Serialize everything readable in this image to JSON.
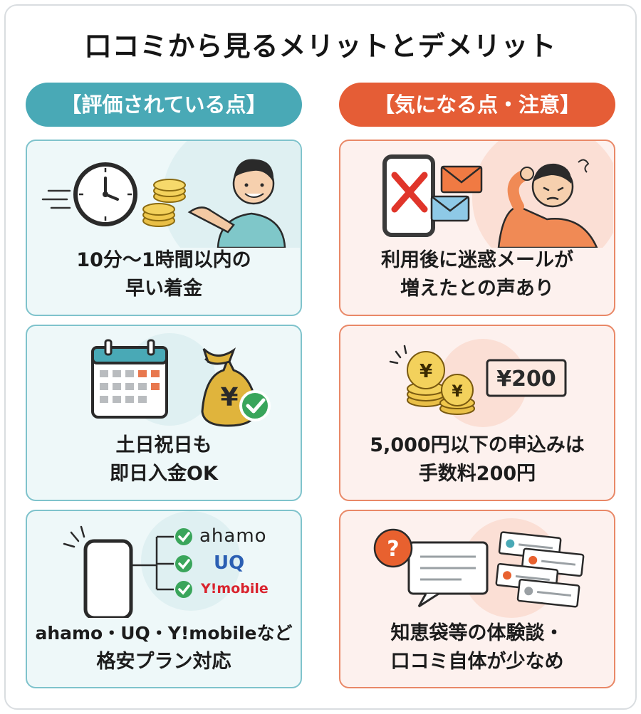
{
  "title": "口コミから見るメリットとデメリット",
  "pros_header": "【評価されている点】",
  "cons_header": "【気になる点・注意】",
  "pros": [
    {
      "line1": "10分〜1時間以内の",
      "line2": "早い着金"
    },
    {
      "line1": "土日祝日も",
      "line2": "即日入金OK"
    },
    {
      "line1": "ahamo・UQ・Y!mobileなど",
      "line2": "格安プラン対応"
    }
  ],
  "cons": [
    {
      "line1": "利用後に迷惑メールが",
      "line2": "増えたとの声あり"
    },
    {
      "line1": "5,000円以下の申込みは",
      "line2": "手数料200円"
    },
    {
      "line1": "知恵袋等の体験談・",
      "line2": "口コミ自体が少なめ"
    }
  ],
  "brands": {
    "ahamo": "ahamo",
    "uq": "UQ",
    "ymobile": "Y!mobile"
  },
  "fee_badge": "¥200",
  "yen_symbol": "¥",
  "question_mark": "?",
  "colors": {
    "teal": "#49a9b6",
    "orange": "#e55d36",
    "green": "#3aa55b",
    "gold": "#e0b43c"
  }
}
